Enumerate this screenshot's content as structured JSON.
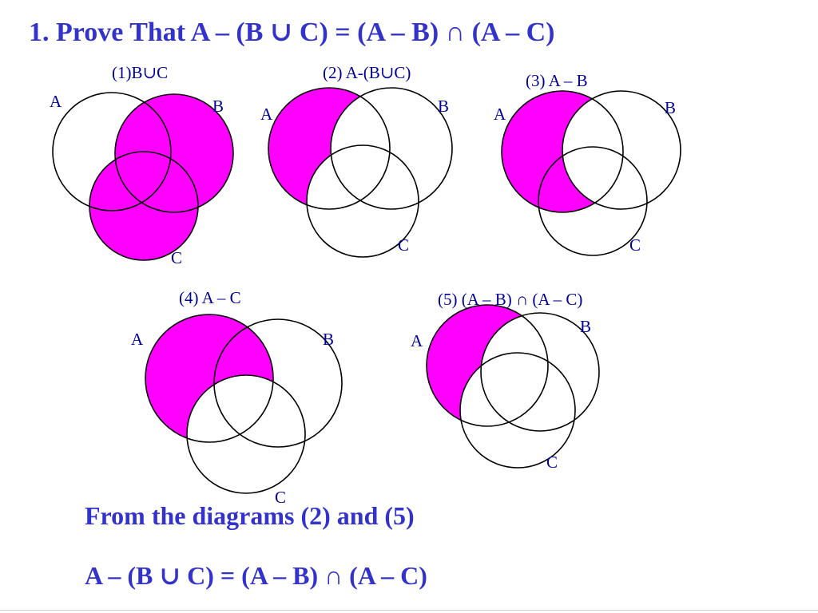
{
  "slide": {
    "title": "1. Prove That A – (B ∪ C) = (A – B) ∩ (A – C)",
    "conclusion_line_1": "From the diagrams (2) and (5)",
    "conclusion_line_2": "A – (B ∪ C) = (A – B) ∩ (A – C)"
  },
  "colors": {
    "shade": "#ff00ff",
    "outline": "#000000",
    "text": "#000099",
    "heading": "#3333cc"
  },
  "set_labels": {
    "a": "A",
    "b": "B",
    "c": "C"
  },
  "diagrams": [
    {
      "id": "d1",
      "caption": "(1)B∪C",
      "shaded_region": "B ∪ C"
    },
    {
      "id": "d2",
      "caption": "(2) A-(B∪C)",
      "shaded_region": "A – (B ∪ C)"
    },
    {
      "id": "d3",
      "caption": "(3) A – B",
      "shaded_region": "A – B"
    },
    {
      "id": "d4",
      "caption": "(4) A – C",
      "shaded_region": "A – C"
    },
    {
      "id": "d5",
      "caption": "(5) (A – B) ∩ (A – C)",
      "shaded_region": "(A – B) ∩ (A – C)"
    }
  ]
}
